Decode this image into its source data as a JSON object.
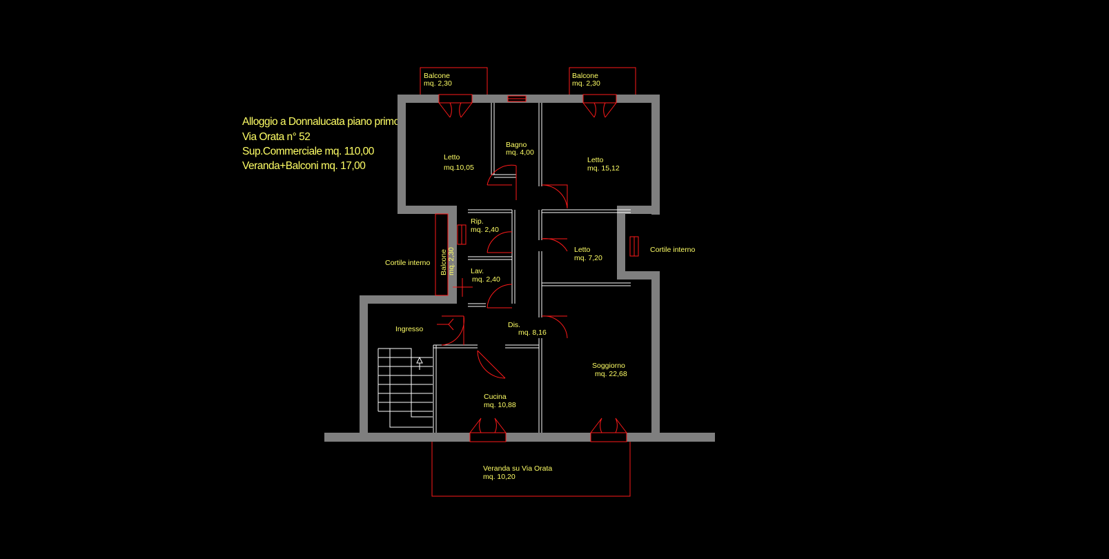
{
  "info": {
    "line1": "Alloggio a Donnalucata piano primo",
    "line2": "Via Orata n° 52",
    "line3": "Sup.Commerciale mq. 110,00",
    "line4": "Veranda+Balconi  mq.  17,00"
  },
  "rooms": {
    "balcone_left": {
      "name": "Balcone",
      "area": "mq. 2,30"
    },
    "balcone_right": {
      "name": "Balcone",
      "area": "mq. 2,30"
    },
    "letto_1": {
      "name": "Letto",
      "area": "mq.10,05"
    },
    "bagno": {
      "name": "Bagno",
      "area": "mq. 4,00"
    },
    "letto_2": {
      "name": "Letto",
      "area": "mq. 15,12"
    },
    "rip": {
      "name": "Rip.",
      "area": "mq. 2,40"
    },
    "letto_3": {
      "name": "Letto",
      "area": "mq. 7,20"
    },
    "cortile_right": {
      "name": "Cortile interno"
    },
    "cortile_left": {
      "name": "Cortile interno"
    },
    "balcone_side": {
      "name": "Balcone",
      "area": "mq. 2,30"
    },
    "lav": {
      "name": "Lav.",
      "area": "mq. 2,40"
    },
    "ingresso": {
      "name": "Ingresso"
    },
    "dis": {
      "name": "Dis.",
      "area": "mq. 8,16"
    },
    "soggiorno": {
      "name": "Soggiorno",
      "area": "mq. 22,68"
    },
    "cucina": {
      "name": "Cucina",
      "area": "mq. 10,88"
    },
    "veranda": {
      "name": "Veranda su Via Orata",
      "area": "mq. 10,20"
    }
  },
  "colors": {
    "background": "#000000",
    "wall": "#7f7f7f",
    "door": "#ff1a1a",
    "partition": "#ffffff",
    "text": "#ffff66"
  }
}
